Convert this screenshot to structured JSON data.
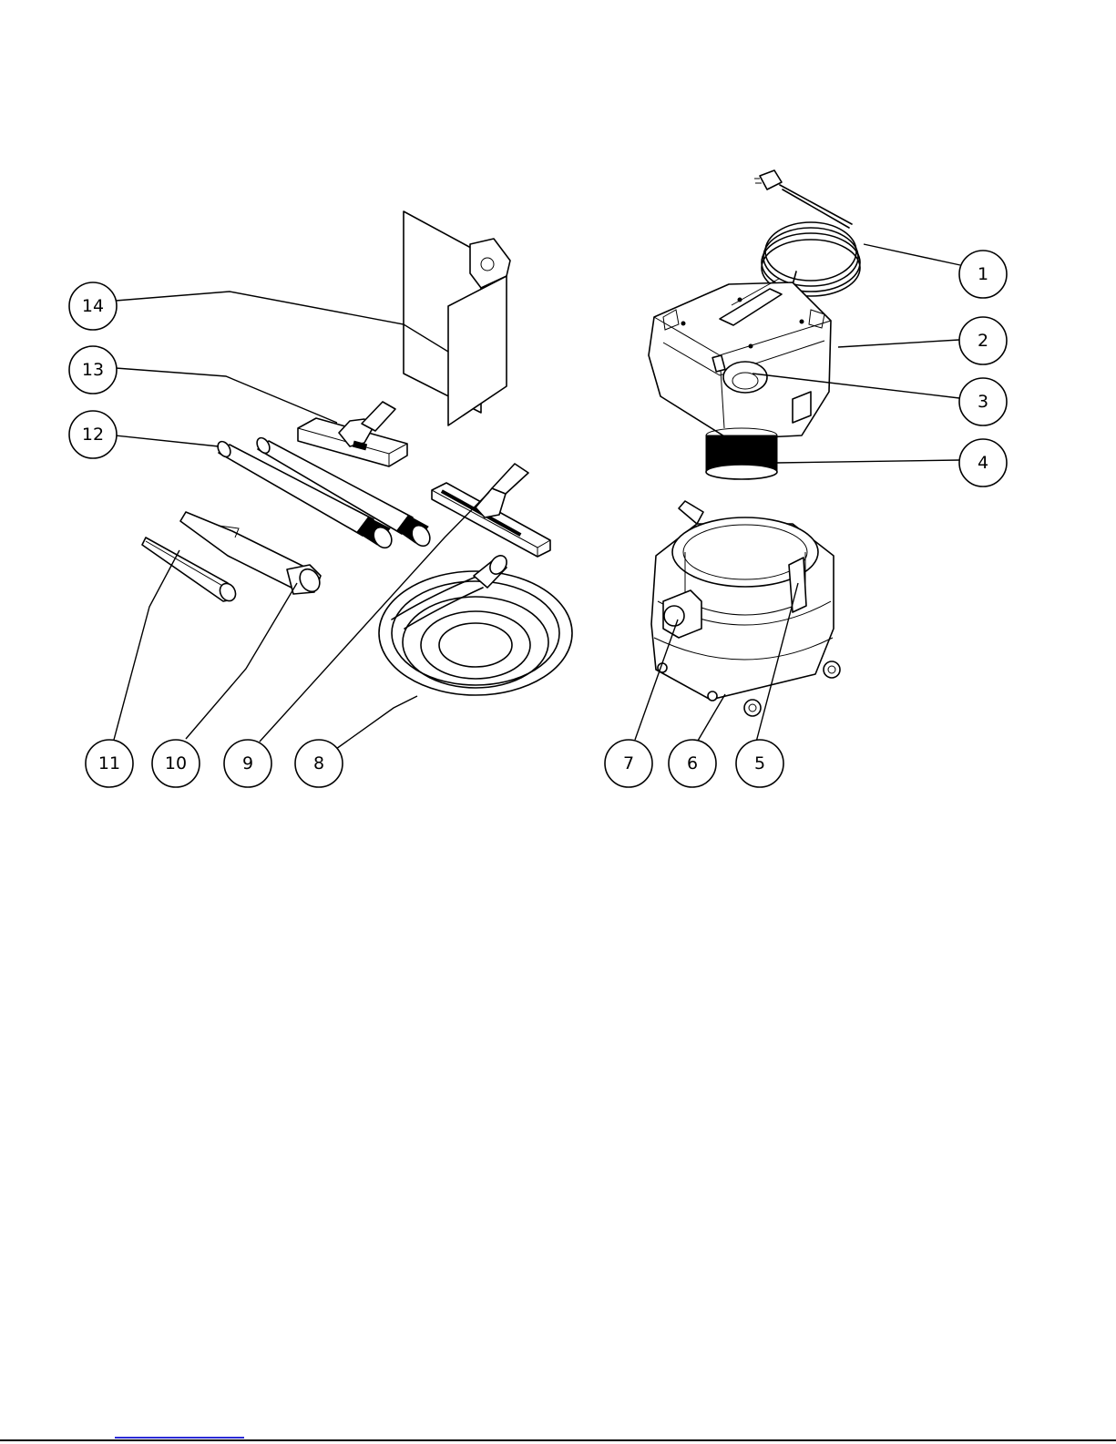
{
  "callouts": [
    "1",
    "2",
    "3",
    "4",
    "5",
    "6",
    "7",
    "8",
    "9",
    "10",
    "11",
    "12",
    "13",
    "14"
  ],
  "colors": {
    "line": "#000000",
    "background": "#ffffff",
    "link_underline": "#2b2bd6"
  }
}
